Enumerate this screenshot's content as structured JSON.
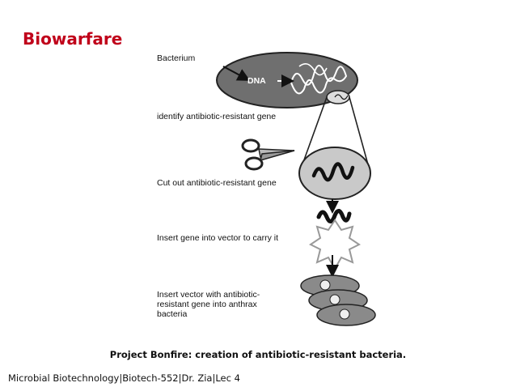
{
  "slide": {
    "title": "Biowarfare",
    "title_color": "#c0001a",
    "caption": "Project Bonfire: creation of antibiotic-resistant bacteria.",
    "footer": "Microbial Biotechnology|Biotech-552|Dr. Zia|Lec 4"
  },
  "diagram": {
    "bacterium_label": "Bacterium",
    "dna_label": "DNA",
    "steps": [
      "identify antibiotic-resistant gene",
      "Cut out antibiotic-resistant gene",
      "Insert gene into vector to carry it",
      "Insert vector with antibiotic-\nresistant gene into anthrax\nbacteria"
    ],
    "icons": [
      "scissors-icon",
      "arrow-icon"
    ]
  }
}
